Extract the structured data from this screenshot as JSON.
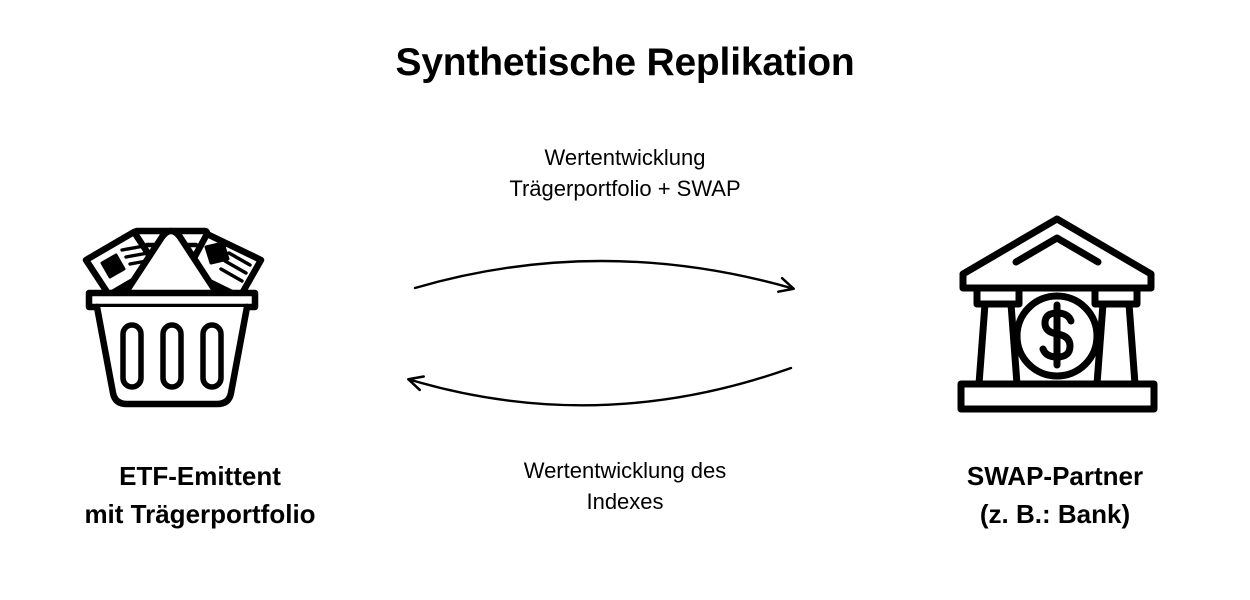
{
  "page": {
    "title": "Synthetische Replikation",
    "background_color": "#ffffff",
    "ink_color": "#000000"
  },
  "diagram": {
    "type": "two-node bidirectional exchange",
    "nodes": [
      {
        "id": "etf-issuer",
        "side": "left",
        "icon": "shopping-basket-icon",
        "caption_lines": [
          "ETF-Emittent",
          "mit Trägerportfolio"
        ]
      },
      {
        "id": "swap-partner",
        "side": "right",
        "icon": "bank-icon",
        "caption_lines": [
          "SWAP-Partner",
          "(z. B.: Bank)"
        ]
      }
    ],
    "flows": [
      {
        "id": "flow-top",
        "direction": "left-to-right",
        "curve": "arc-up",
        "label_lines": [
          "Wertentwicklung",
          "Trägerportfolio + SWAP"
        ]
      },
      {
        "id": "flow-bottom",
        "direction": "right-to-left",
        "curve": "arc-down",
        "label_lines": [
          "Wertentwicklung des",
          "Indexes"
        ]
      }
    ]
  },
  "icons": {
    "basket": {
      "name": "shopping-basket-icon",
      "parts": [
        "basket-body",
        "basket-handle",
        "basket-slot",
        "document-card-left",
        "document-sheet-center",
        "document-card-right"
      ]
    },
    "bank": {
      "name": "bank-icon",
      "parts": [
        "pediment-roof",
        "inner-chevron",
        "column-left",
        "column-right",
        "dollar-coin",
        "base-platform"
      ],
      "coin_glyph": "$"
    }
  }
}
